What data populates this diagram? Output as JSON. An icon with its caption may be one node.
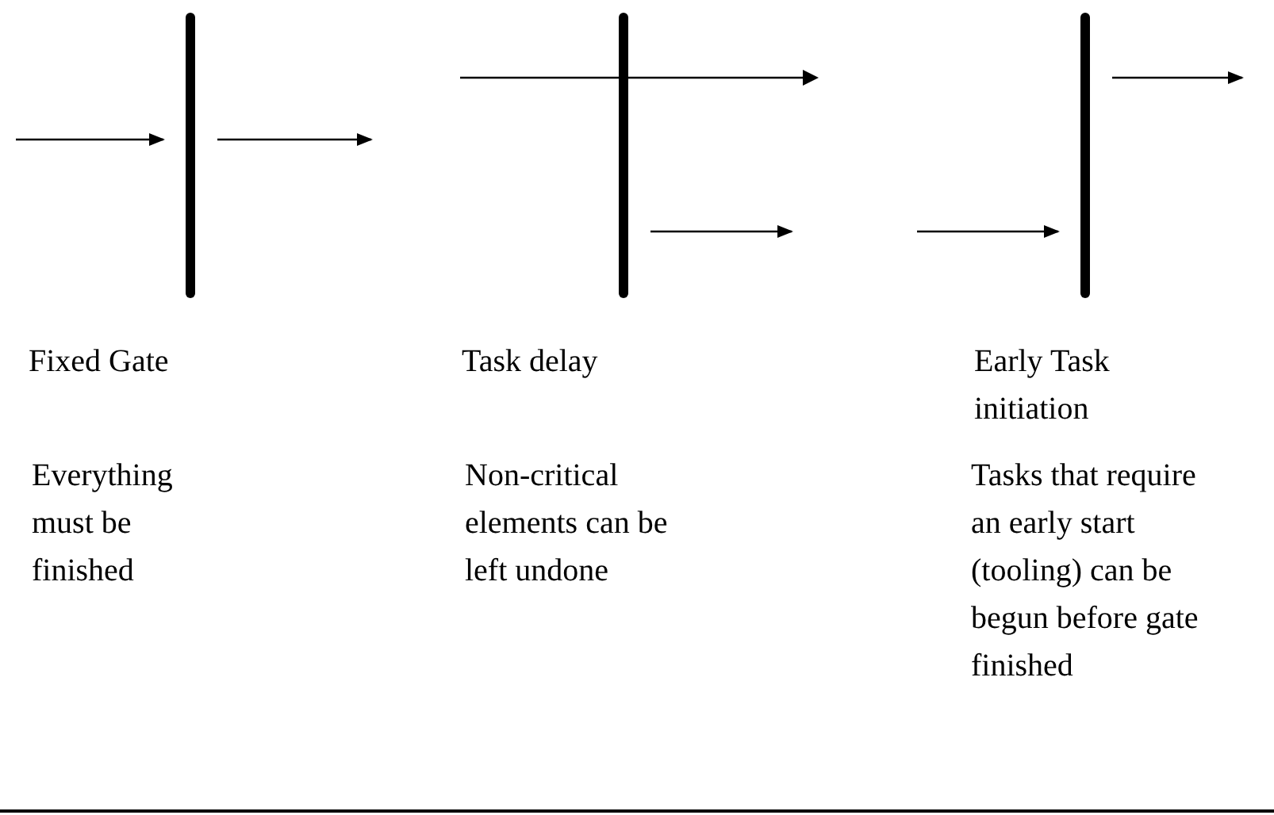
{
  "diagram": {
    "nodes": [
      {
        "text": [],
        "shape": "bar",
        "beside": [
          "Fixed Gate",
          "Everything must be finished"
        ]
      },
      {
        "text": [],
        "shape": "bar",
        "beside": [
          "Task delay",
          "Non-critical elements can be left undone"
        ]
      },
      {
        "text": [],
        "shape": "bar",
        "beside": [
          "Early Task initiation",
          "Tasks that require an early start (tooling) can be begun before gate finished"
        ]
      }
    ],
    "edges": [
      {
        "from": null,
        "to": 0,
        "arrow": "to"
      },
      {
        "from": 0,
        "to": null,
        "arrow": "to"
      },
      {
        "from": 1,
        "to": null,
        "arrow": "to"
      },
      {
        "from": null,
        "to": 2,
        "arrow": "to"
      },
      {
        "from": 2,
        "to": null,
        "arrow": "to"
      }
    ]
  }
}
